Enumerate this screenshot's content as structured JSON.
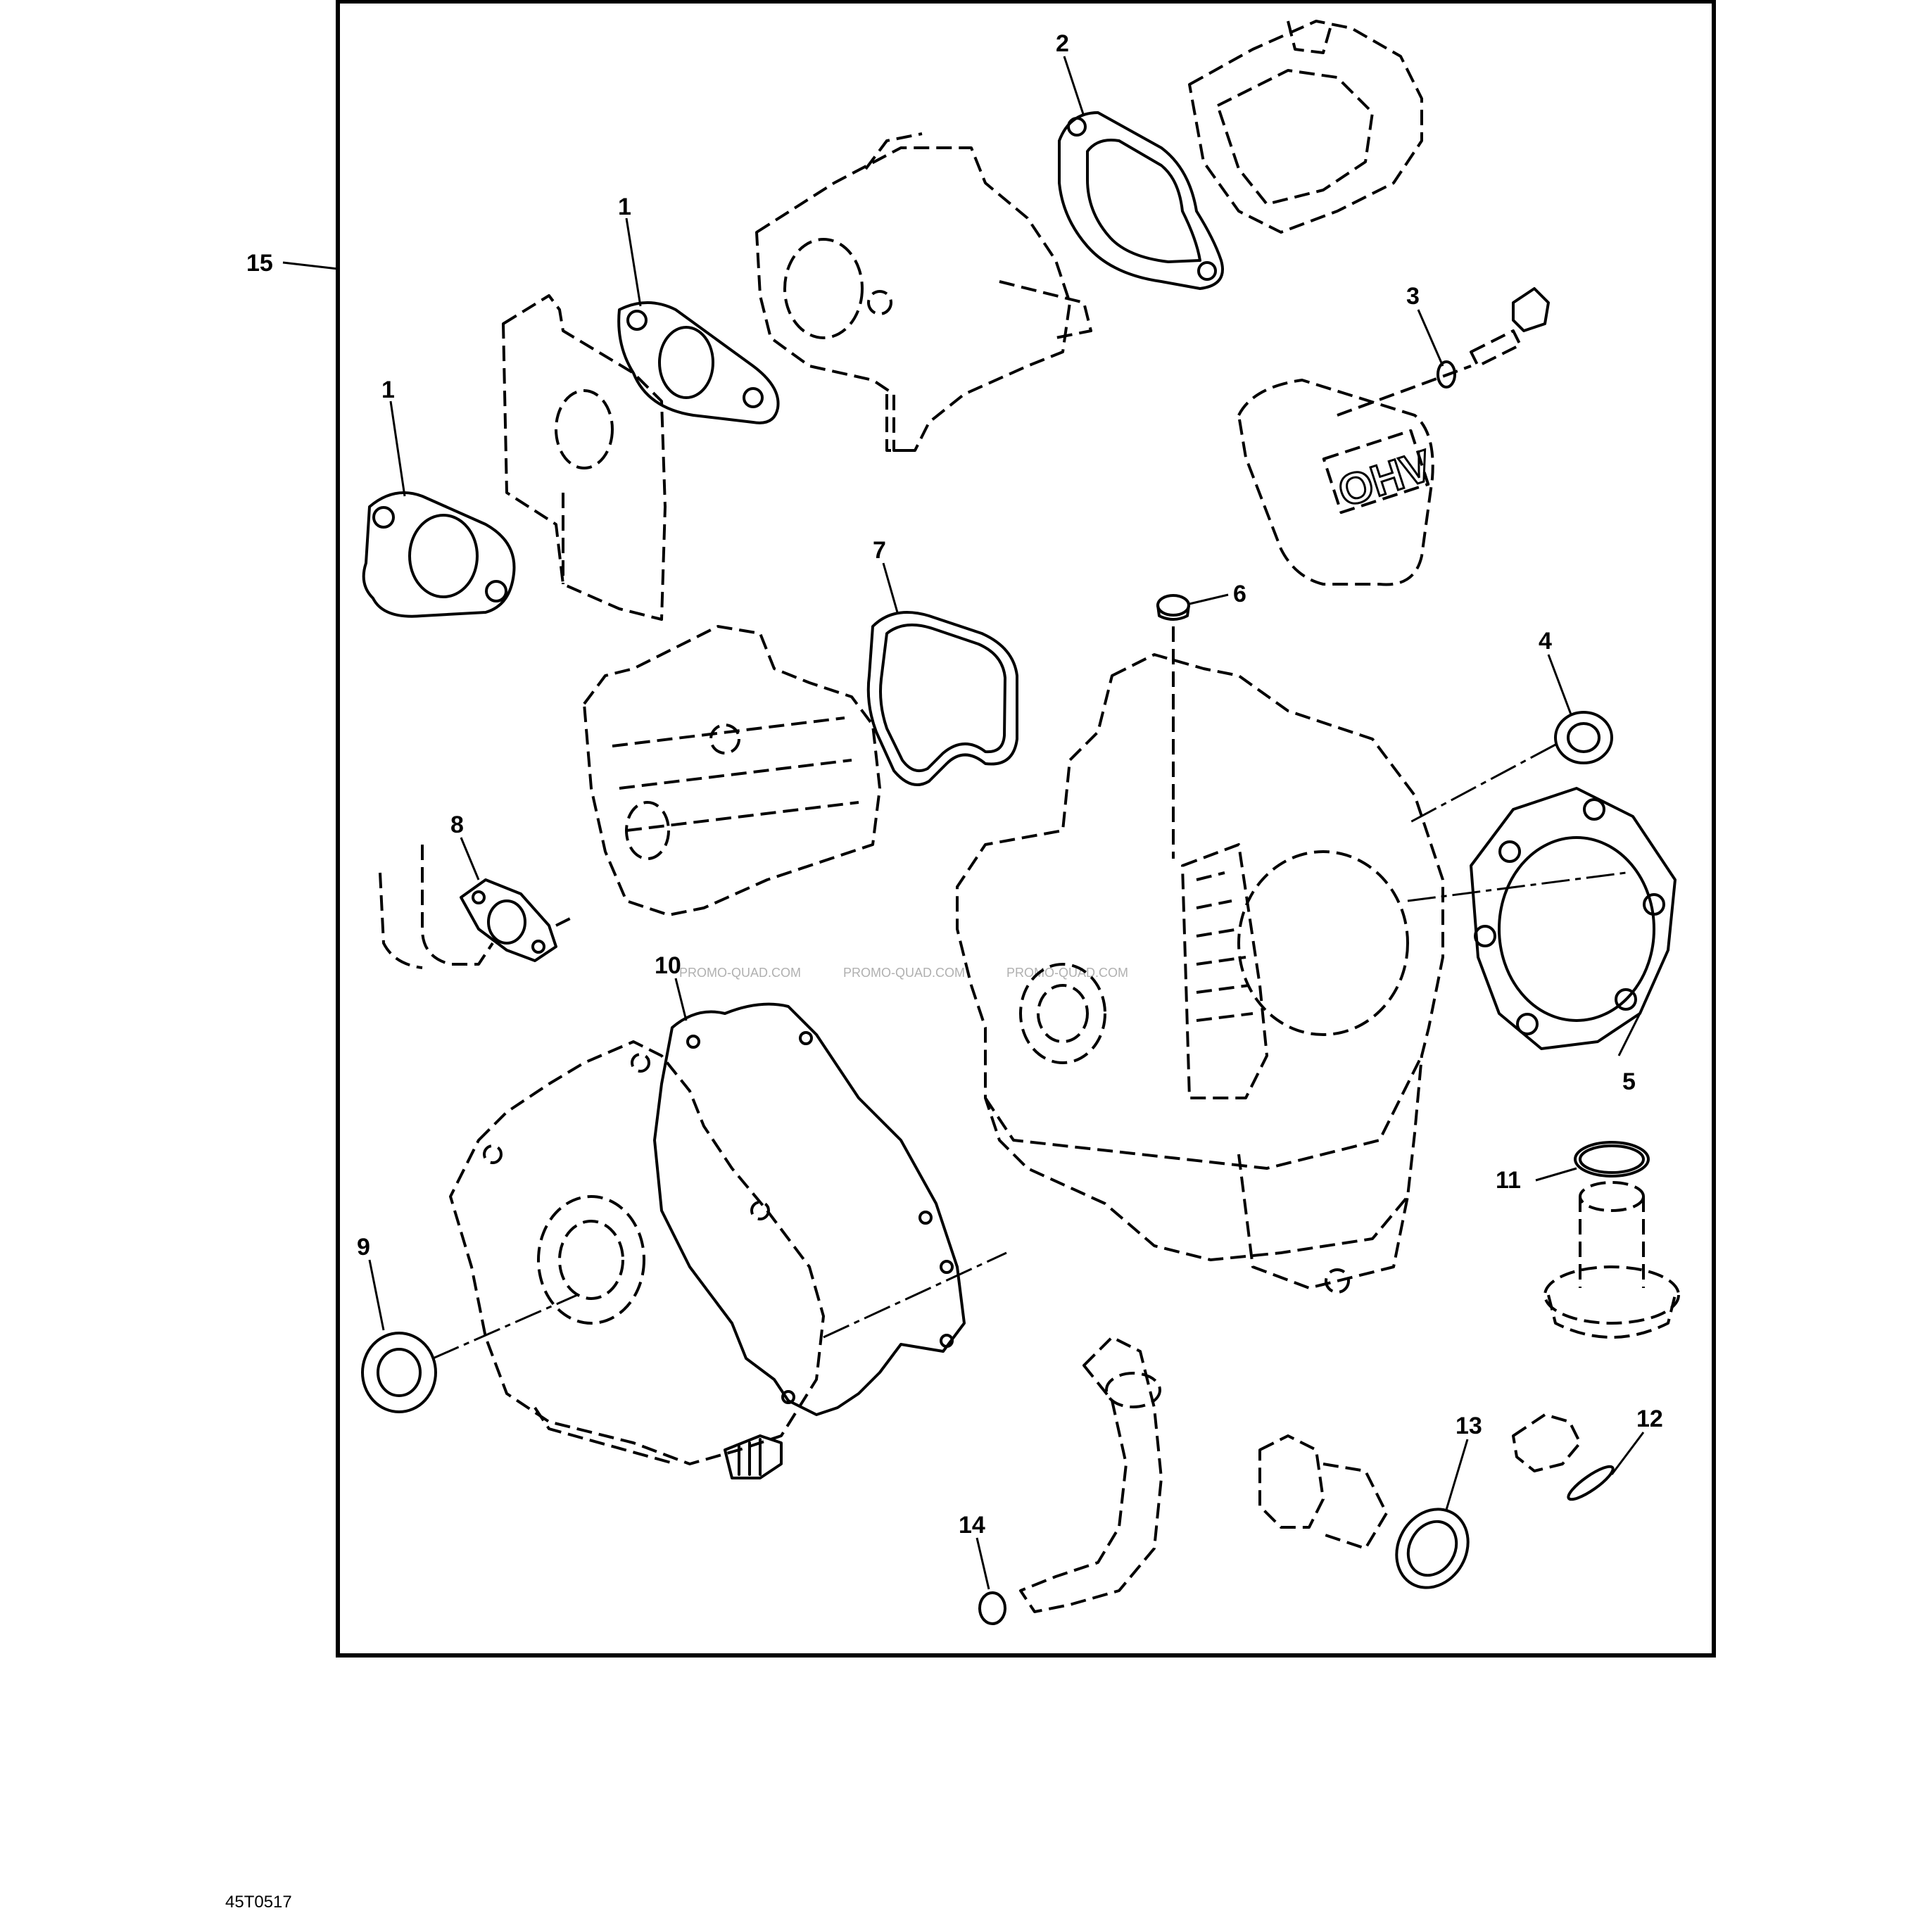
{
  "callouts": [
    {
      "id": "1a",
      "label": "1"
    },
    {
      "id": "1b",
      "label": "1"
    },
    {
      "id": "2",
      "label": "2"
    },
    {
      "id": "3",
      "label": "3"
    },
    {
      "id": "4",
      "label": "4"
    },
    {
      "id": "5",
      "label": "5"
    },
    {
      "id": "6",
      "label": "6"
    },
    {
      "id": "7",
      "label": "7"
    },
    {
      "id": "8",
      "label": "8"
    },
    {
      "id": "9",
      "label": "9"
    },
    {
      "id": "10",
      "label": "10"
    },
    {
      "id": "11",
      "label": "11"
    },
    {
      "id": "12",
      "label": "12"
    },
    {
      "id": "13",
      "label": "13"
    },
    {
      "id": "14",
      "label": "14"
    },
    {
      "id": "15",
      "label": "15"
    }
  ],
  "valve_cover_text": "OHV",
  "watermark": "PROMO-QUAD.COM",
  "figure_ref": "45T0517"
}
